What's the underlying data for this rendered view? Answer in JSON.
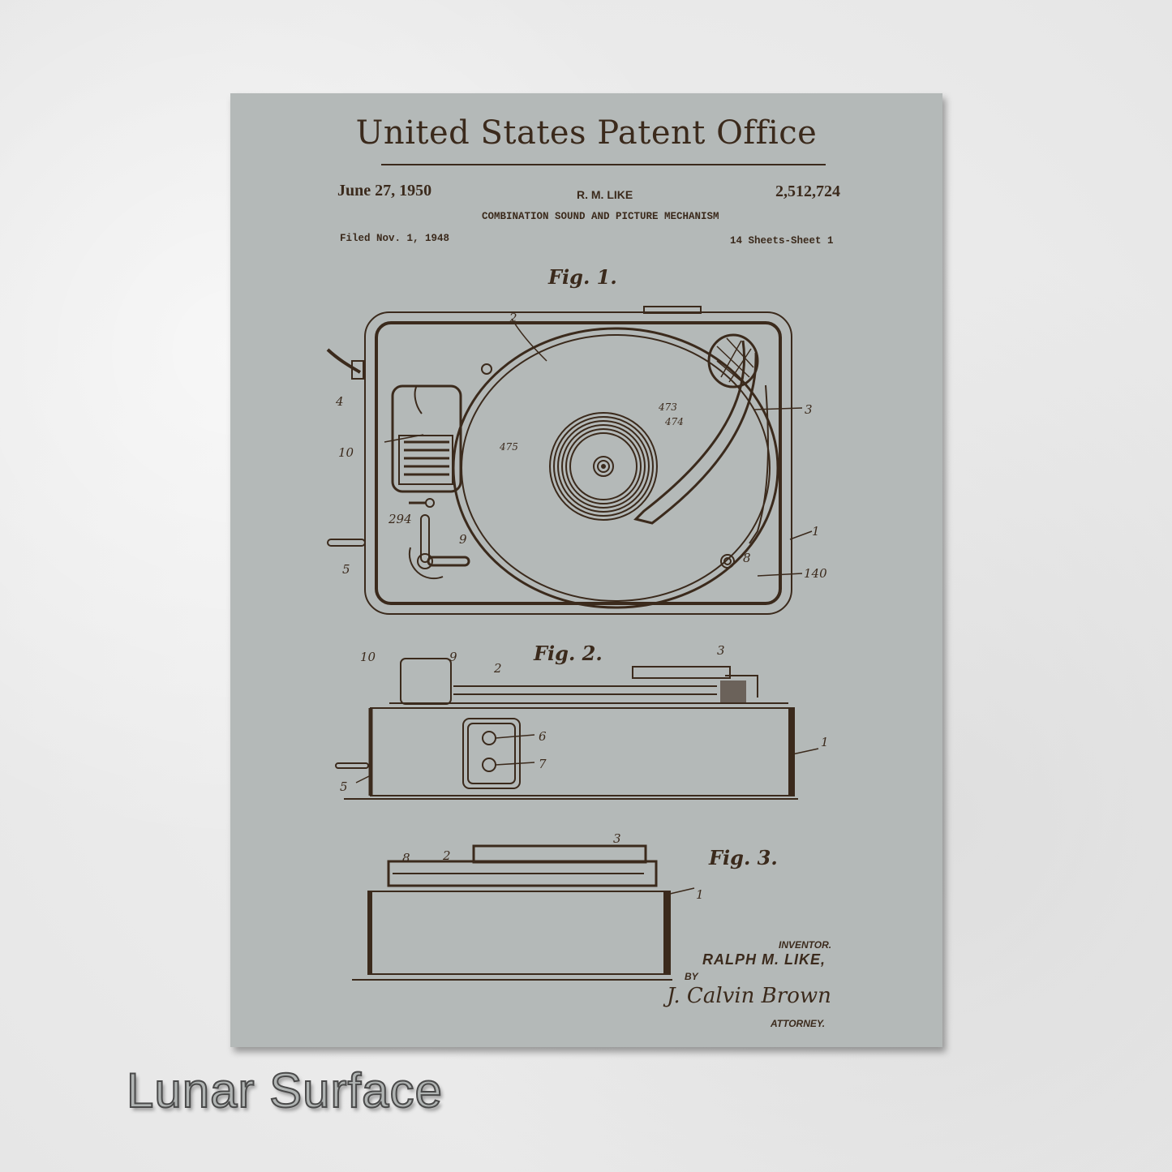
{
  "header": {
    "title": "United States Patent Office",
    "date": "June 27, 1950",
    "inventor_short": "R. M. LIKE",
    "patent_number": "2,512,724",
    "subject": "COMBINATION SOUND AND PICTURE MECHANISM",
    "filed": "Filed Nov. 1, 1948",
    "sheets": "14 Sheets-Sheet 1"
  },
  "figures": [
    {
      "label": "Fig. 1.",
      "refs": [
        "2",
        "4",
        "10",
        "473",
        "474",
        "475",
        "3",
        "294",
        "9",
        "5",
        "1",
        "8",
        "140"
      ]
    },
    {
      "label": "Fig. 2.",
      "refs": [
        "10",
        "9",
        "2",
        "3",
        "6",
        "7",
        "1",
        "5"
      ]
    },
    {
      "label": "Fig. 3.",
      "refs": [
        "8",
        "2",
        "3",
        "1"
      ]
    }
  ],
  "signature": {
    "inventor_label": "INVENTOR.",
    "inventor_name": "RALPH M. LIKE,",
    "by": "BY",
    "attorney_signature": "J. Calvin Brown",
    "attorney_label": "ATTORNEY."
  },
  "caption": "Lunar Surface",
  "colors": {
    "panel": "#b4b9b8",
    "ink": "#3b2a1c",
    "background": "#ececec"
  }
}
